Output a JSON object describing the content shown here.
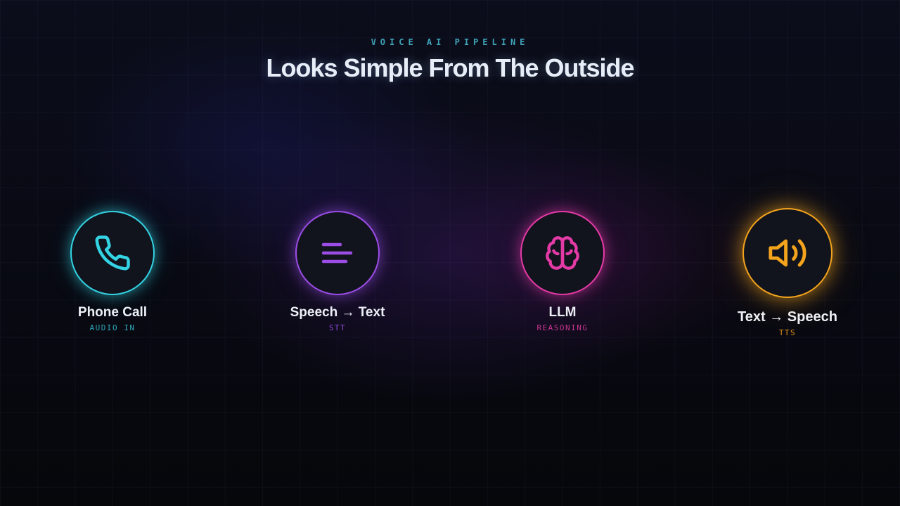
{
  "header": {
    "eyebrow": "VOICE AI PIPELINE",
    "title": "Looks Simple From The Outside"
  },
  "colors": {
    "background": "#07080d",
    "eyebrow": "#3fa3b8",
    "phone": "#34d3e3",
    "stt": "#9b4de6",
    "llm": "#e43aa6",
    "tts": "#f3a31c"
  },
  "pipeline": [
    {
      "label": "Phone Call",
      "sub": "AUDIO IN",
      "icon": "phone-icon"
    },
    {
      "label": "Speech → Text",
      "sub": "STT",
      "icon": "text-lines-icon"
    },
    {
      "label": "LLM",
      "sub": "REASONING",
      "icon": "brain-icon"
    },
    {
      "label": "Text → Speech",
      "sub": "TTS",
      "icon": "speaker-icon"
    }
  ]
}
